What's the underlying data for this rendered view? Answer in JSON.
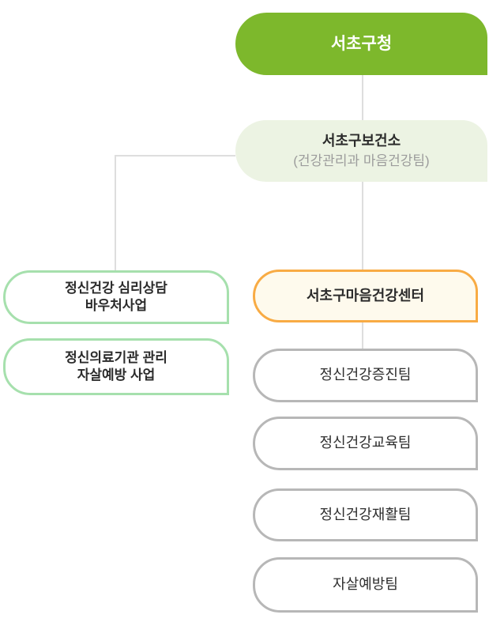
{
  "palette": {
    "root_green": "#7db82c",
    "light_green_bg": "#ecf3e3",
    "mint_border": "#a6e0ad",
    "orange_border": "#f8ab44",
    "orange_bg": "#fefaed",
    "gray_border": "#b7b7b7",
    "connector": "#dedede",
    "title_text": "#2b2b2b",
    "subtitle_text": "#9c9c9c",
    "root_text": "#ffffff"
  },
  "org": {
    "root": {
      "label": "서초구청"
    },
    "health_office": {
      "title": "서초구보건소",
      "subtitle": "(건강관리과 마음건강팀)"
    },
    "left_branch": [
      {
        "line1": "정신건강 심리상담",
        "line2": "바우처사업"
      },
      {
        "line1": "정신의료기관 관리",
        "line2": "자살예방 사업"
      }
    ],
    "center": {
      "label": "서초구마음건강센터"
    },
    "teams": [
      {
        "label": "정신건강증진팀"
      },
      {
        "label": "정신건강교육팀"
      },
      {
        "label": "정신건강재활팀"
      },
      {
        "label": "자살예방팀"
      }
    ]
  }
}
